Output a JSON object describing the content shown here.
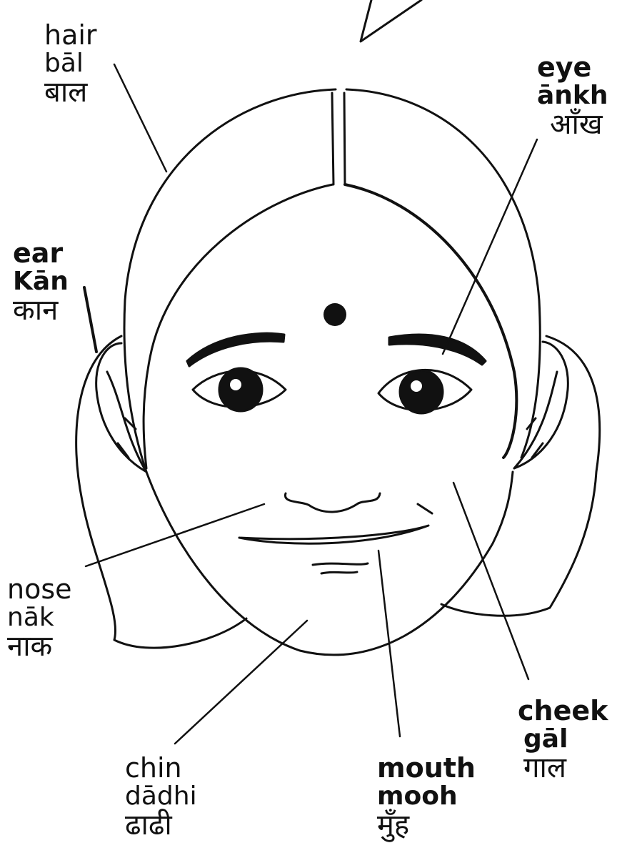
{
  "labels": {
    "hair": {
      "english": "hair",
      "transliteration": "bāl",
      "hindi": "बाल"
    },
    "eye": {
      "english": "eye",
      "transliteration": "ānkh",
      "hindi": "आँख"
    },
    "ear": {
      "english": "ear",
      "transliteration": "Kān",
      "hindi": "कान"
    },
    "nose": {
      "english": "nose",
      "transliteration": "nāk",
      "hindi": "नाक"
    },
    "cheek": {
      "english": "cheek",
      "transliteration": "gāl",
      "hindi": "गाल"
    },
    "chin": {
      "english": "chin",
      "transliteration": "dādhi",
      "hindi": "ढाढी"
    },
    "mouth": {
      "english": "mouth",
      "transliteration": "mooh",
      "hindi": "मुँह"
    }
  },
  "colors": {
    "ink": "#111111",
    "paper": "#ffffff"
  }
}
